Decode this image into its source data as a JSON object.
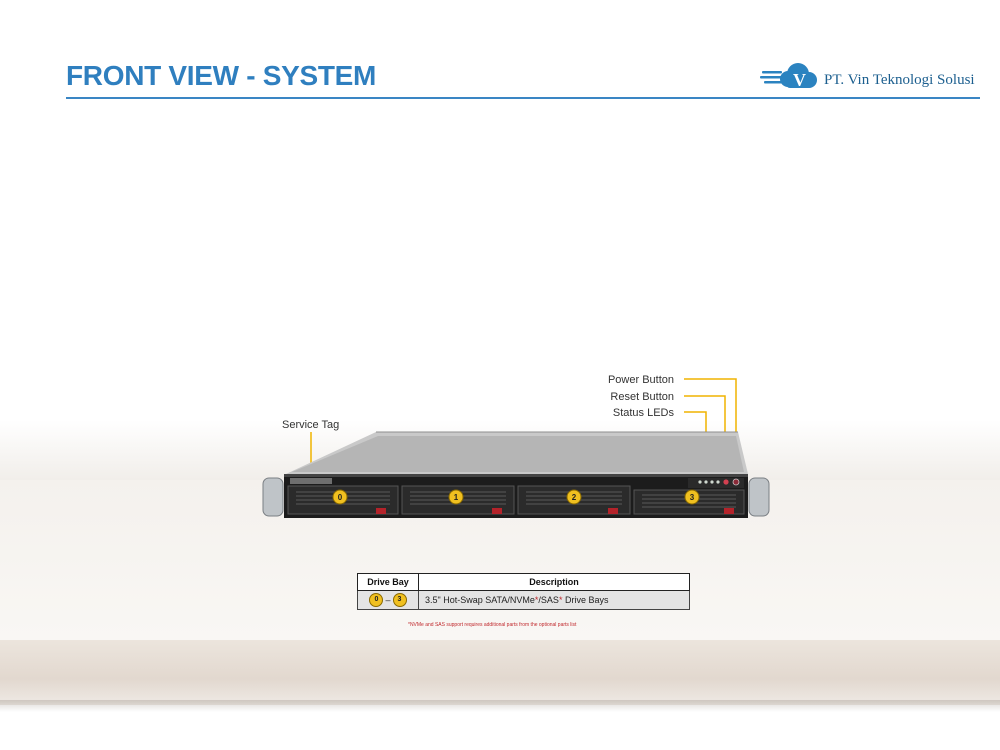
{
  "header": {
    "title": "FRONT VIEW - SYSTEM",
    "logo_text": "PT. Vin Teknologi Solusi",
    "logo_letter": "V"
  },
  "callouts": {
    "power_button": "Power Button",
    "reset_button": "Reset Button",
    "status_leds": "Status LEDs",
    "service_tag": "Service Tag"
  },
  "drive_bays": [
    "0",
    "1",
    "2",
    "3"
  ],
  "table": {
    "headers": [
      "Drive Bay",
      "Description"
    ],
    "row": {
      "bay_start": "0",
      "bay_sep": "–",
      "bay_end": "3",
      "desc_part1": "3.5\" Hot-Swap SATA/NVMe",
      "desc_star1": "*",
      "desc_part2": "/SAS",
      "desc_star2": "*",
      "desc_part3": " Drive Bays"
    }
  },
  "footnote": "*NVMe and SAS support requires additional parts from the optional parts list",
  "colors": {
    "title_blue": "#2f7fbf",
    "callout_gold": "#f0b400",
    "badge_yellow": "#f0c020",
    "footnote_red": "#c0282d"
  }
}
